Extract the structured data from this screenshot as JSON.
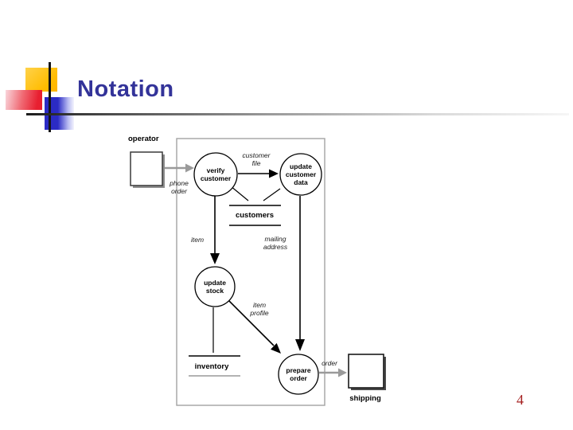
{
  "slide": {
    "title": "Notation",
    "page_number": "4"
  },
  "colors": {
    "title_text": "#333399",
    "page_number_text": "#a52020",
    "accent_yellow": "#ffbc00",
    "accent_red": "#e81f30",
    "accent_blue": "#2b2bc4",
    "diagram_border": "#a3a3a3",
    "gray_flow_arrow": "#9a9a9a"
  },
  "diagram": {
    "external_entities": [
      {
        "id": "operator",
        "label": "operator"
      },
      {
        "id": "shipping",
        "label": "shipping"
      }
    ],
    "processes": [
      {
        "id": "verify-customer",
        "lines": [
          "verify",
          "customer"
        ]
      },
      {
        "id": "update-customer-data",
        "lines": [
          "update",
          "customer",
          "data"
        ]
      },
      {
        "id": "update-stock",
        "lines": [
          "update",
          "stock"
        ]
      },
      {
        "id": "prepare-order",
        "lines": [
          "prepare",
          "order"
        ]
      }
    ],
    "data_stores": [
      {
        "id": "customers",
        "label": "customers"
      },
      {
        "id": "inventory",
        "label": "inventory"
      }
    ],
    "flow_labels": [
      {
        "id": "phone-order",
        "lines": [
          "phone",
          "order"
        ]
      },
      {
        "id": "customer-file",
        "lines": [
          "customer",
          "file"
        ]
      },
      {
        "id": "item",
        "lines": [
          "item"
        ]
      },
      {
        "id": "mailing-address",
        "lines": [
          "mailing",
          "address"
        ]
      },
      {
        "id": "item-profile",
        "lines": [
          "item",
          "profile"
        ]
      },
      {
        "id": "order",
        "lines": [
          "order"
        ]
      }
    ]
  }
}
